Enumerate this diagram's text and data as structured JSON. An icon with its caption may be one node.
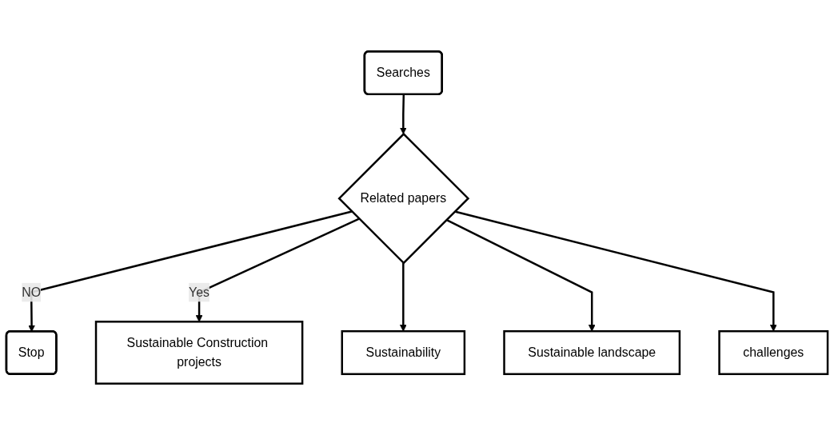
{
  "diagram": {
    "nodes": [
      {
        "text": [
          "Searches"
        ]
      },
      {
        "text": [
          "Related papers"
        ]
      },
      {
        "text": [
          "Stop"
        ]
      },
      {
        "text": [
          "Sustainable Construction projects"
        ]
      },
      {
        "text": [
          "Sustainability"
        ]
      },
      {
        "text": [
          "Sustainable landscape"
        ]
      },
      {
        "text": [
          "challenges"
        ]
      }
    ],
    "edges": [
      {
        "from": 0,
        "to": 1,
        "arrow": "to"
      },
      {
        "from": 1,
        "to": 2,
        "arrow": "to",
        "label": "NO"
      },
      {
        "from": 1,
        "to": 3,
        "arrow": "to",
        "label": "Yes"
      },
      {
        "from": 1,
        "to": 4,
        "arrow": "to"
      },
      {
        "from": 1,
        "to": 5,
        "arrow": "to"
      },
      {
        "from": 1,
        "to": 6,
        "arrow": "to"
      }
    ]
  }
}
